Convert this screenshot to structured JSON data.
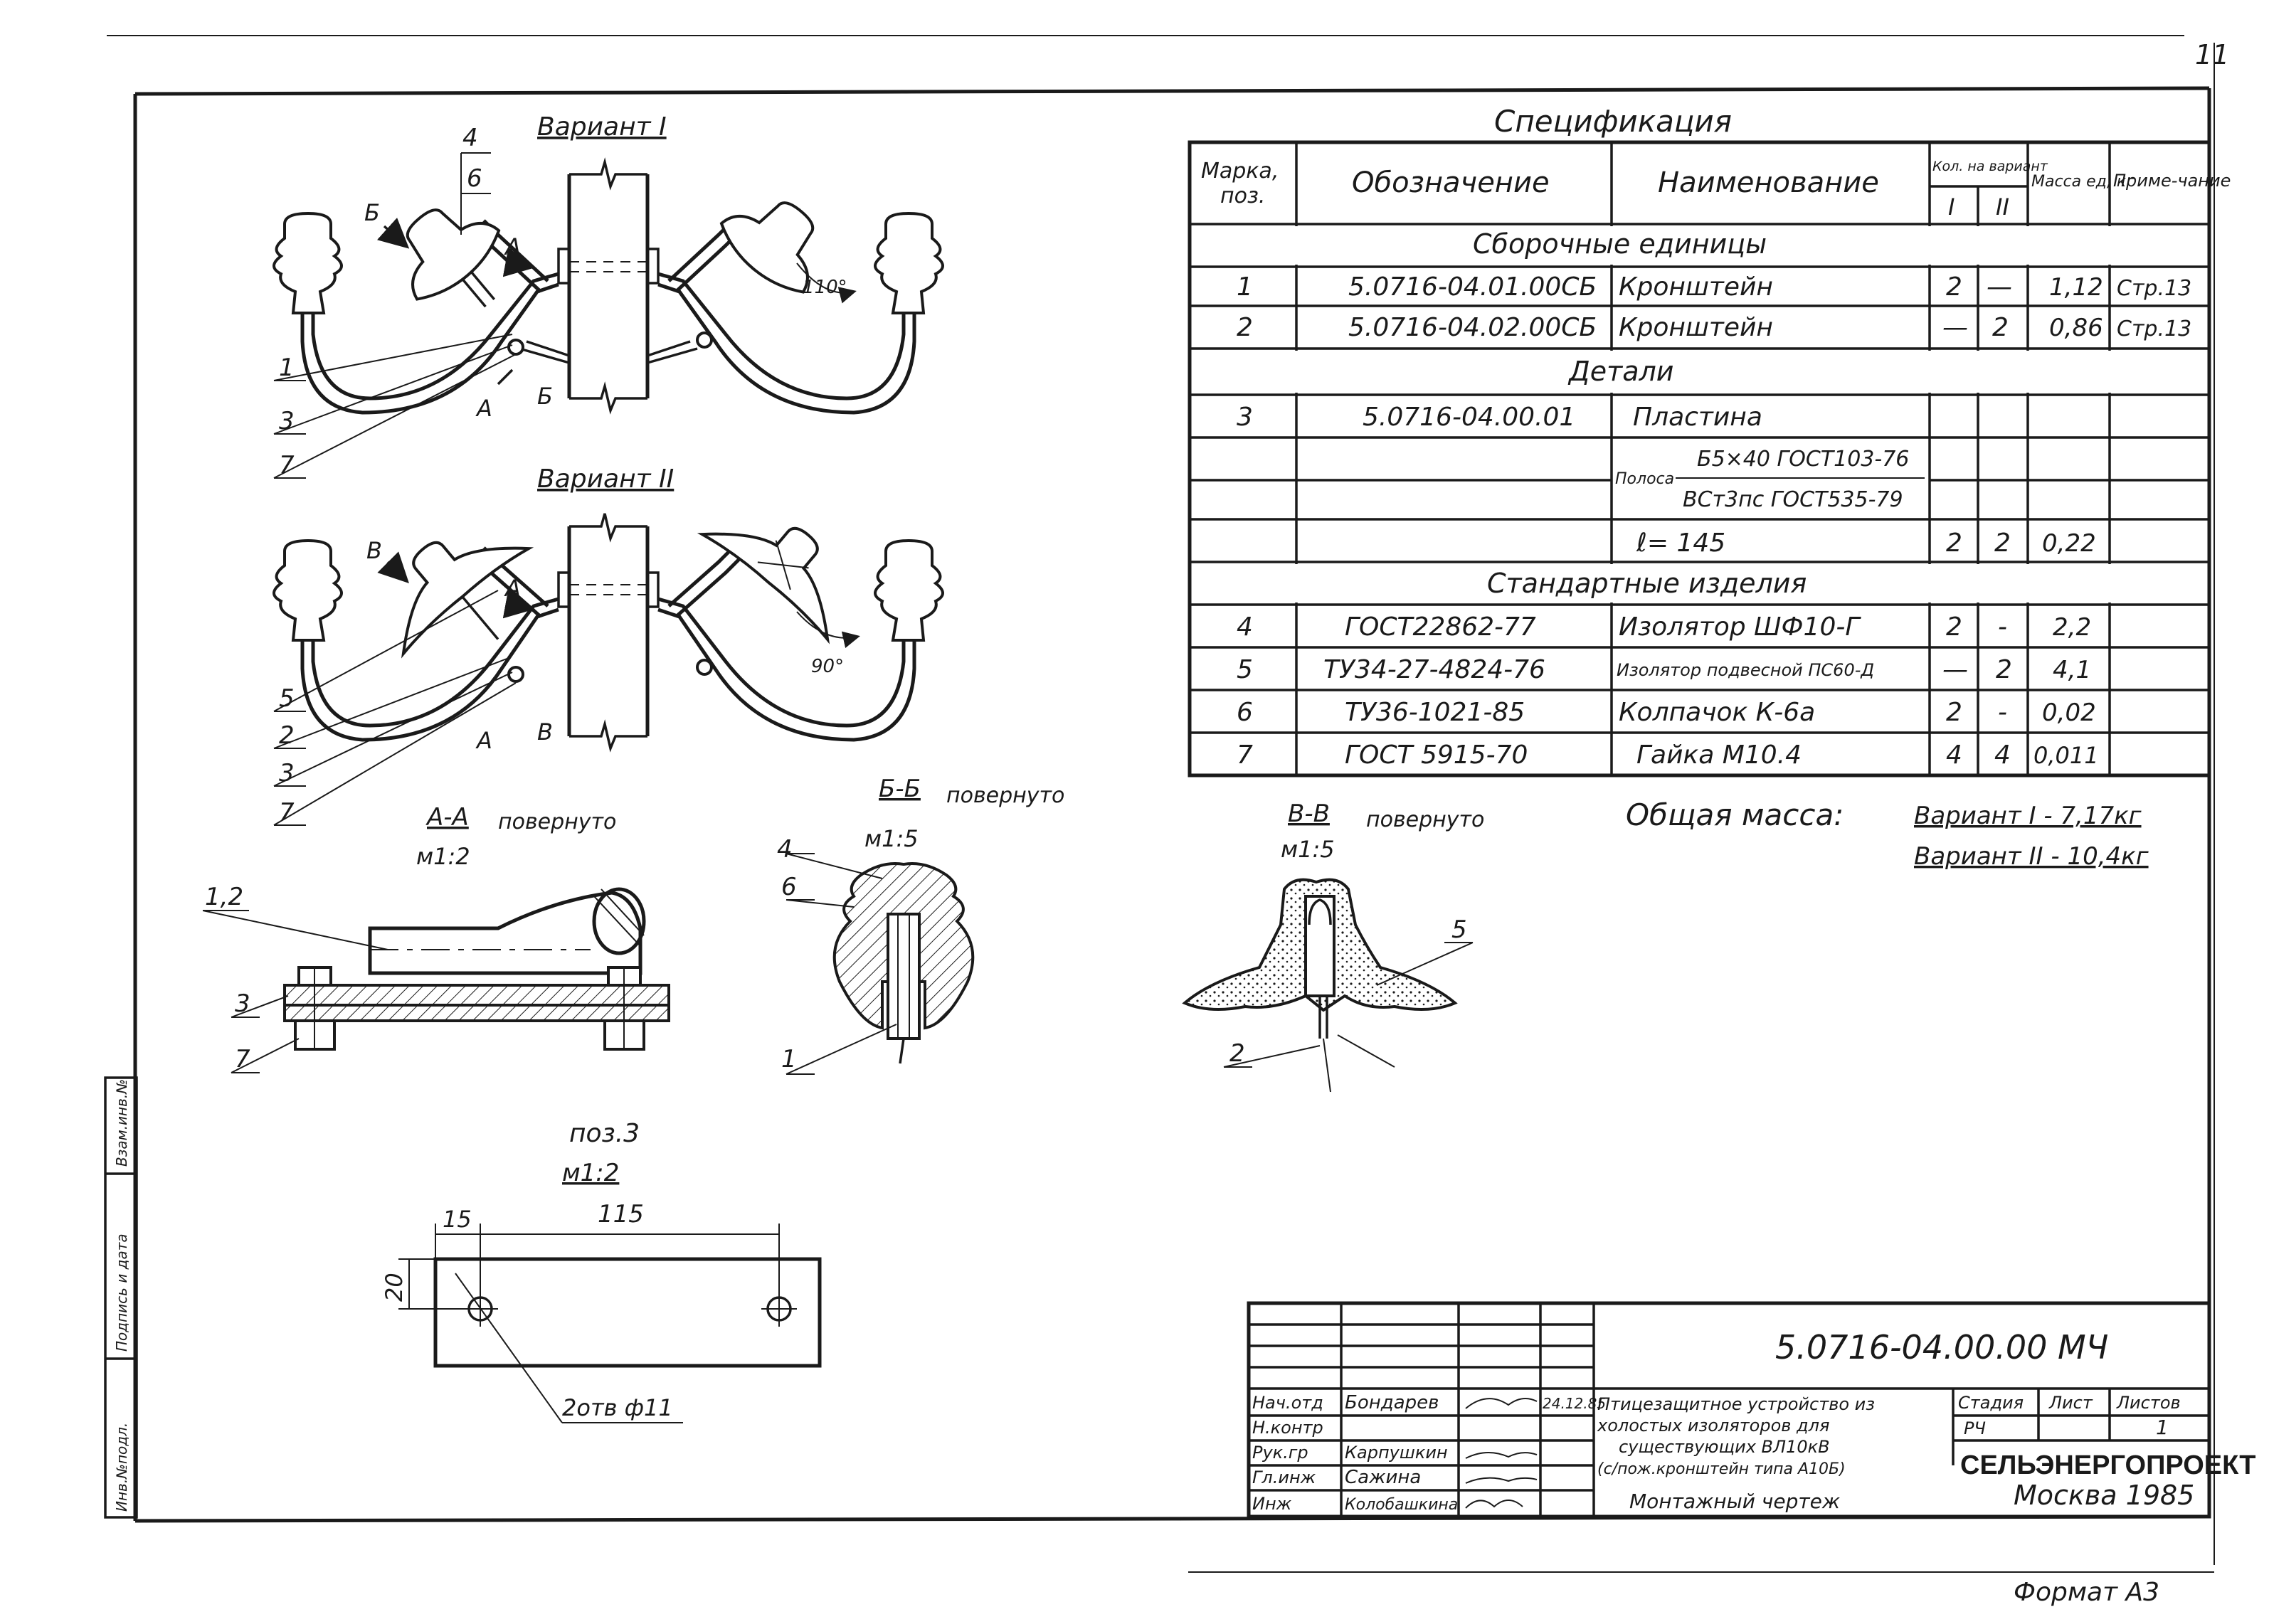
{
  "page_number": "11",
  "format": "Формат А3",
  "variants": {
    "v1_title": "Вариант I",
    "v2_title": "Вариант II",
    "v1_angle": "110°",
    "v2_angle": "90°",
    "v1_callouts": [
      "4",
      "6",
      "1",
      "3",
      "7"
    ],
    "v2_callouts": [
      "5",
      "2",
      "3",
      "7"
    ],
    "cut_letters": {
      "a": "А",
      "b": "Б",
      "v": "В"
    }
  },
  "sections": {
    "aa_title": "А-А",
    "aa_note": "повернуто",
    "aa_scale": "м1:2",
    "aa_callouts": [
      "1,2",
      "3",
      "7"
    ],
    "bb_title": "Б-Б",
    "bb_note": "повернуто",
    "bb_scale": "м1:5",
    "bb_callouts": [
      "4",
      "6",
      "1"
    ],
    "vv_title": "В-В",
    "vv_note": "повернуто",
    "vv_scale": "м1:5",
    "vv_callouts": [
      "5",
      "2"
    ]
  },
  "pos3": {
    "title": "поз.3",
    "scale": "м1:2",
    "dim_15": "15",
    "dim_115": "115",
    "dim_20": "20",
    "holes": "2отв ф11"
  },
  "spec": {
    "title": "Спецификация",
    "headers": {
      "mark": "Марка, поз.",
      "designation": "Обозначение",
      "name": "Наименование",
      "qty": "Кол. на вариант",
      "qty_v1": "I",
      "qty_v2": "II",
      "mass": "Масса ед, кг",
      "note": "Приме-чание"
    },
    "group_assembly": "Сборочные единицы",
    "group_details": "Детали",
    "group_standard": "Стандартные изделия",
    "rows_assembly": [
      {
        "pos": "1",
        "designation": "5.0716-04.01.00СБ",
        "name": "Кронштейн",
        "q1": "2",
        "q2": "—",
        "mass": "1,12",
        "note": "Стр.13"
      },
      {
        "pos": "2",
        "designation": "5.0716-04.02.00СБ",
        "name": "Кронштейн",
        "q1": "—",
        "q2": "2",
        "mass": "0,86",
        "note": "Стр.13"
      }
    ],
    "detail_row": {
      "pos": "3",
      "designation": "5.0716-04.00.01",
      "name": "Пластина"
    },
    "detail_material_prefix": "Полоса",
    "detail_material_top": "Б5×40 ГОСТ103-76",
    "detail_material_bottom": "ВСт3пс ГОСТ535-79",
    "detail_length": "ℓ= 145",
    "detail_q1": "2",
    "detail_q2": "2",
    "detail_mass": "0,22",
    "rows_standard": [
      {
        "pos": "4",
        "designation": "ГОСТ22862-77",
        "name": "Изолятор ШФ10-Г",
        "q1": "2",
        "q2": "-",
        "mass": "2,2",
        "note": ""
      },
      {
        "pos": "5",
        "designation": "ТУ34-27-4824-76",
        "name": "Изолятор подвесной ПС60-Д",
        "q1": "—",
        "q2": "2",
        "mass": "4,1",
        "note": ""
      },
      {
        "pos": "6",
        "designation": "ТУ36-1021-85",
        "name": "Колпачок К-6а",
        "q1": "2",
        "q2": "-",
        "mass": "0,02",
        "note": ""
      },
      {
        "pos": "7",
        "designation": "ГОСТ 5915-70",
        "name": "Гайка М10.4",
        "q1": "4",
        "q2": "4",
        "mass": "0,011",
        "note": ""
      }
    ]
  },
  "total_mass": {
    "label": "Общая масса:",
    "v1": "Вариант I - 7,17кг",
    "v2": "Вариант II - 10,4кг"
  },
  "title_block": {
    "code": "5.0716-04.00.00 МЧ",
    "roles": [
      "Нач.отд",
      "Н.контр",
      "Рук.гр",
      "Гл.инж",
      "Инж"
    ],
    "names": [
      "Бондарев",
      "",
      "Карпушкин",
      "Сажина",
      "Колобашкина"
    ],
    "date": "24.12.85",
    "desc_lines": [
      "Птицезащитное устройство из",
      "холостых изоляторов для",
      "существующих ВЛ10кВ",
      "(с/пож.кронштейн типа А10Б)",
      "Монтажный чертеж"
    ],
    "stage_header": "Стадия",
    "sheet_header": "Лист",
    "sheets_header": "Листов",
    "stage": "РЧ",
    "sheet": "",
    "sheets": "1",
    "org": "СЕЛЬЭНЕРГОПРОЕКТ",
    "city_year": "Москва 1985"
  },
  "side_stamp": [
    "Инв.№подл.",
    "Подпись и дата",
    "Взам.инв.№"
  ]
}
